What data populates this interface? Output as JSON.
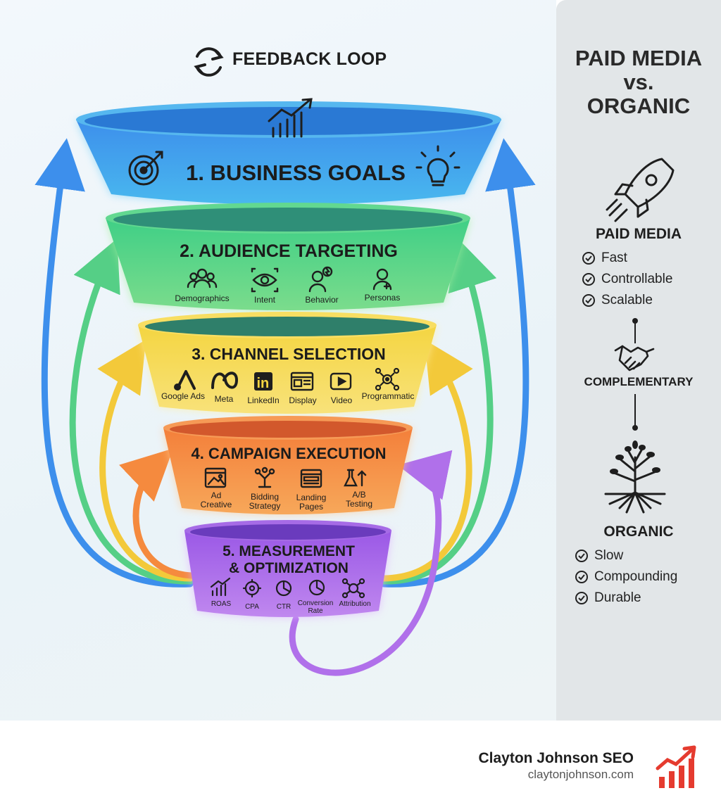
{
  "header": {
    "title": "FEEDBACK LOOP"
  },
  "stages": [
    {
      "title": "1. BUSINESS GOALS"
    },
    {
      "title": "2. AUDIENCE TARGETING",
      "items": [
        "Demographics",
        "Intent",
        "Behavior",
        "Personas"
      ]
    },
    {
      "title": "3. CHANNEL SELECTION",
      "items": [
        "Google Ads",
        "Meta",
        "LinkedIn",
        "Display",
        "Video",
        "Programmatic"
      ]
    },
    {
      "title": "4. CAMPAIGN EXECUTION",
      "items": [
        "Ad Creative",
        "Bidding Strategy",
        "Landing Pages",
        "A/B Testing"
      ]
    },
    {
      "title_line1": "5. MEASUREMENT",
      "title_line2": "& OPTIMIZATION",
      "items": [
        "ROAS",
        "CPA",
        "CTR",
        "Conversion Rate",
        "Attribution"
      ]
    }
  ],
  "sidebar": {
    "title_line1": "PAID MEDIA",
    "title_line2": "vs.",
    "title_line3": "ORGANIC",
    "paid": {
      "heading": "PAID MEDIA",
      "items": [
        "Fast",
        "Controllable",
        "Scalable"
      ]
    },
    "middle": "COMPLEMENTARY",
    "organic": {
      "heading": "ORGANIC",
      "items": [
        "Slow",
        "Compounding",
        "Durable"
      ]
    }
  },
  "brand": {
    "name": "Clayton Johnson SEO",
    "url": "claytonjohnson.com"
  },
  "colors": {
    "blue": "#3b8fe6",
    "green": "#4fcf86",
    "yellow": "#f6d44a",
    "orange": "#f58a3e",
    "purple": "#a45ee6",
    "logo_red": "#e53b2f"
  }
}
